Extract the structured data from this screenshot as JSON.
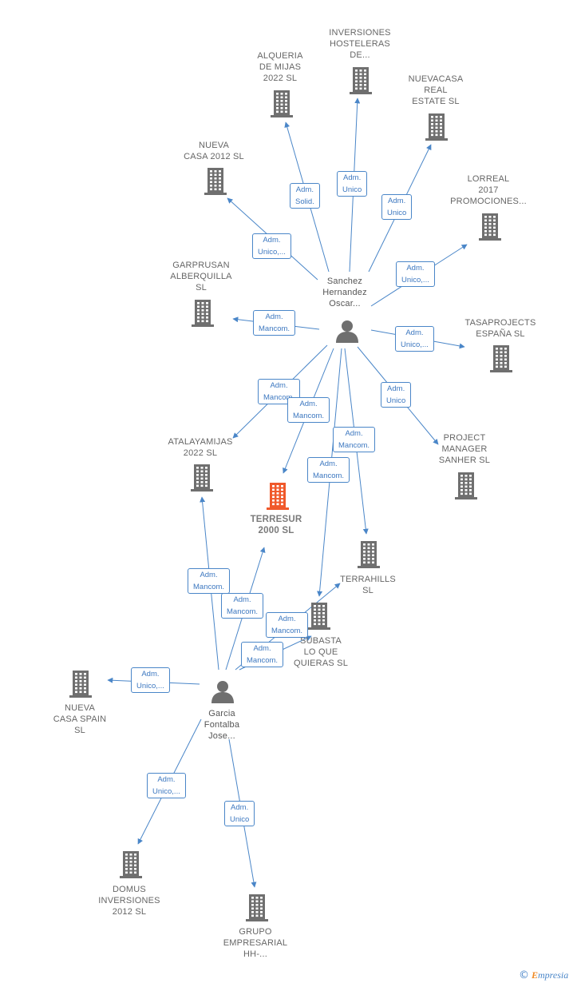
{
  "brand": {
    "name": "Empresia",
    "name_rest": "mpresia"
  },
  "colors": {
    "edge": "#4a86c8",
    "company": "#6f6f6f",
    "focus": "#f0592b",
    "person": "#6f6f6f"
  },
  "nodes": [
    {
      "id": "sanchez",
      "type": "person",
      "label": [
        "Sanchez",
        "Hernandez",
        "Oscar..."
      ]
    },
    {
      "id": "garcia",
      "type": "person",
      "label": [
        "Garcia",
        "Fontalba",
        "Jose..."
      ]
    },
    {
      "id": "terresur",
      "type": "focus",
      "label": [
        "TERRESUR",
        "2000  SL"
      ]
    },
    {
      "id": "alqueria",
      "type": "company",
      "label": [
        "ALQUERIA",
        "DE MIJAS",
        "2022  SL"
      ]
    },
    {
      "id": "inversiones_hosteleras",
      "type": "company",
      "label": [
        "INVERSIONES",
        "HOSTELERAS",
        "DE..."
      ]
    },
    {
      "id": "nuevacasa_real",
      "type": "company",
      "label": [
        "NUEVACASA",
        "REAL",
        "ESTATE  SL"
      ]
    },
    {
      "id": "nueva_casa_2012",
      "type": "company",
      "label": [
        "NUEVA",
        "CASA 2012 SL"
      ]
    },
    {
      "id": "lorreal",
      "type": "company",
      "label": [
        "LORREAL",
        "2017",
        "PROMOCIONES..."
      ]
    },
    {
      "id": "garprusan",
      "type": "company",
      "label": [
        "GARPRUSAN",
        "ALBERQUILLA",
        "SL"
      ]
    },
    {
      "id": "tasaprojects",
      "type": "company",
      "label": [
        "TASAPROJECTS",
        "ESPAÑA  SL"
      ]
    },
    {
      "id": "atalayamijas",
      "type": "company",
      "label": [
        "ATALAYAMIJAS",
        "2022  SL"
      ]
    },
    {
      "id": "project_manager",
      "type": "company",
      "label": [
        "PROJECT",
        "MANAGER",
        "SANHER  SL"
      ]
    },
    {
      "id": "terrahills",
      "type": "company",
      "label": [
        "TERRAHILLS",
        "SL"
      ]
    },
    {
      "id": "subasta",
      "type": "company",
      "label": [
        "SUBASTA",
        "LO QUE",
        "QUIERAS  SL"
      ]
    },
    {
      "id": "nueva_casa_spain",
      "type": "company",
      "label": [
        "NUEVA",
        "CASA SPAIN",
        "SL"
      ]
    },
    {
      "id": "domus",
      "type": "company",
      "label": [
        "DOMUS",
        "INVERSIONES",
        "2012 SL"
      ]
    },
    {
      "id": "grupo_empresarial",
      "type": "company",
      "label": [
        "GRUPO",
        "EMPRESARIAL",
        "HH-..."
      ]
    }
  ],
  "edges": [
    {
      "from": "sanchez",
      "to": "alqueria",
      "label": [
        "Adm.",
        "Solid."
      ]
    },
    {
      "from": "sanchez",
      "to": "inversiones_hosteleras",
      "label": [
        "Adm.",
        "Unico"
      ]
    },
    {
      "from": "sanchez",
      "to": "nuevacasa_real",
      "label": [
        "Adm.",
        "Unico"
      ]
    },
    {
      "from": "sanchez",
      "to": "nueva_casa_2012",
      "label": [
        "Adm.",
        "Unico,..."
      ]
    },
    {
      "from": "sanchez",
      "to": "lorreal",
      "label": [
        "Adm.",
        "Unico,..."
      ]
    },
    {
      "from": "sanchez",
      "to": "garprusan",
      "label": [
        "Adm.",
        "Mancom."
      ]
    },
    {
      "from": "sanchez",
      "to": "tasaprojects",
      "label": [
        "Adm.",
        "Unico,..."
      ]
    },
    {
      "from": "sanchez",
      "to": "atalayamijas",
      "label": [
        "Adm.",
        "Mancom."
      ]
    },
    {
      "from": "sanchez",
      "to": "terresur",
      "label": [
        "Adm.",
        "Mancom."
      ]
    },
    {
      "from": "sanchez",
      "to": "terrahills",
      "label": [
        "Adm.",
        "Mancom."
      ]
    },
    {
      "from": "sanchez",
      "to": "subasta",
      "label": [
        "Adm.",
        "Mancom."
      ]
    },
    {
      "from": "sanchez",
      "to": "project_manager",
      "label": [
        "Adm.",
        "Unico"
      ]
    },
    {
      "from": "garcia",
      "to": "atalayamijas",
      "label": [
        "Adm.",
        "Mancom."
      ]
    },
    {
      "from": "garcia",
      "to": "terresur",
      "label": [
        "Adm.",
        "Mancom."
      ]
    },
    {
      "from": "garcia",
      "to": "terrahills",
      "label": [
        "Adm.",
        "Mancom."
      ]
    },
    {
      "from": "garcia",
      "to": "subasta",
      "label": [
        "Adm.",
        "Mancom."
      ]
    },
    {
      "from": "garcia",
      "to": "nueva_casa_spain",
      "label": [
        "Adm.",
        "Unico,..."
      ]
    },
    {
      "from": "garcia",
      "to": "domus",
      "label": [
        "Adm.",
        "Unico,..."
      ]
    },
    {
      "from": "garcia",
      "to": "grupo_empresarial",
      "label": [
        "Adm.",
        "Unico"
      ]
    }
  ]
}
